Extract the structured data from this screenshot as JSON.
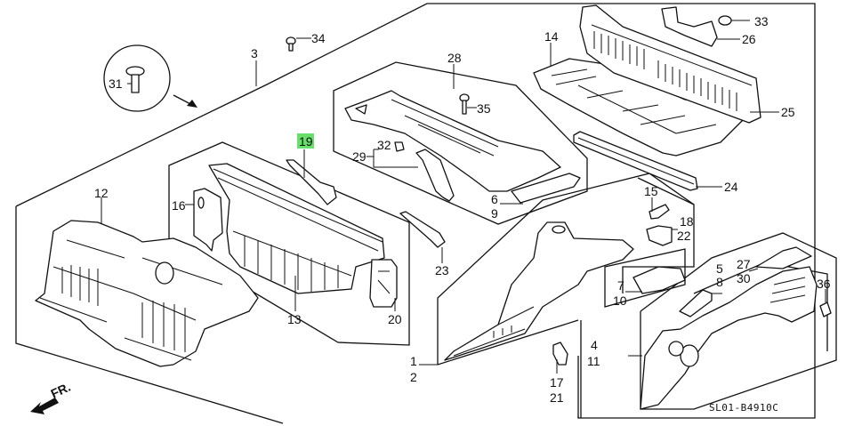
{
  "diagram": {
    "title": "Body structure parts diagram",
    "reference_code": "SL01-B4910C",
    "direction_indicator": "FR.",
    "highlighted_part": "19",
    "highlight_color": "#66e06a",
    "callouts": {
      "c1": "1",
      "c2": "2",
      "c3": "3",
      "c4": "4",
      "c5": "5",
      "c6": "6",
      "c7": "7",
      "c8": "8",
      "c9": "9",
      "c10": "10",
      "c11": "11",
      "c12": "12",
      "c13": "13",
      "c14": "14",
      "c15": "15",
      "c16": "16",
      "c17": "17",
      "c18": "18",
      "c19": "19",
      "c20": "20",
      "c21": "21",
      "c22": "22",
      "c23": "23",
      "c24": "24",
      "c25": "25",
      "c26": "26",
      "c27": "27",
      "c28": "28",
      "c29": "29",
      "c30": "30",
      "c31": "31",
      "c32": "32",
      "c33": "33",
      "c34": "34",
      "c35": "35",
      "c36": "36"
    }
  }
}
